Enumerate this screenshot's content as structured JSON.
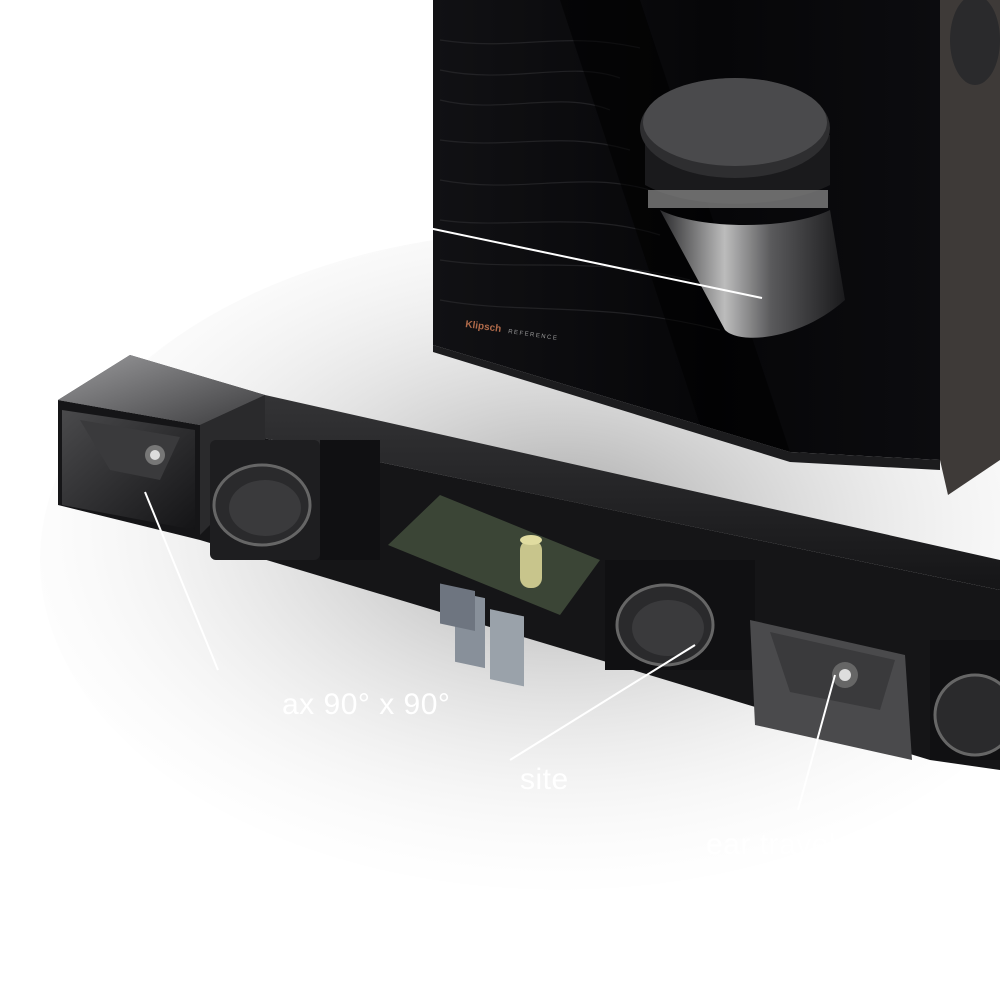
{
  "subwoofer": {
    "brand": "Klipsch",
    "sub_brand": "REFERENCE"
  },
  "callouts": [
    {
      "text": "ax 90° x 90°"
    },
    {
      "text": "site"
    },
    {
      "text": "ear travel"
    }
  ],
  "colors": {
    "background": "#ffffff",
    "cabinet": "#0b0b0d",
    "brand_accent": "#b06a4a",
    "callout_line": "#ffffff"
  }
}
